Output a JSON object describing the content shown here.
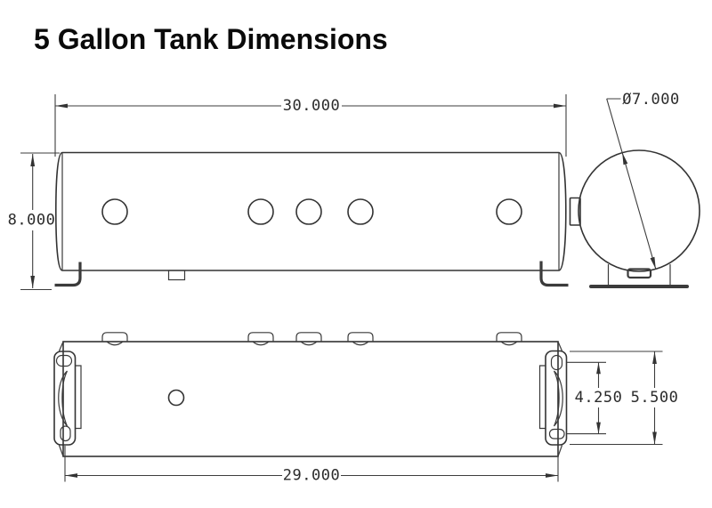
{
  "title": "5 Gallon Tank Dimensions",
  "dimensions": {
    "overall_length": "30.000",
    "overall_height": "8.000",
    "tank_diameter": "Ø7.000",
    "mounting_length": "29.000",
    "slot_spacing": "4.250",
    "bracket_height": "5.500"
  },
  "colors": {
    "background": "#ffffff",
    "outline": "#333333",
    "dimension_line": "#3d3d3d",
    "text": "#2b2b2b",
    "title": "#0a0a0a"
  }
}
